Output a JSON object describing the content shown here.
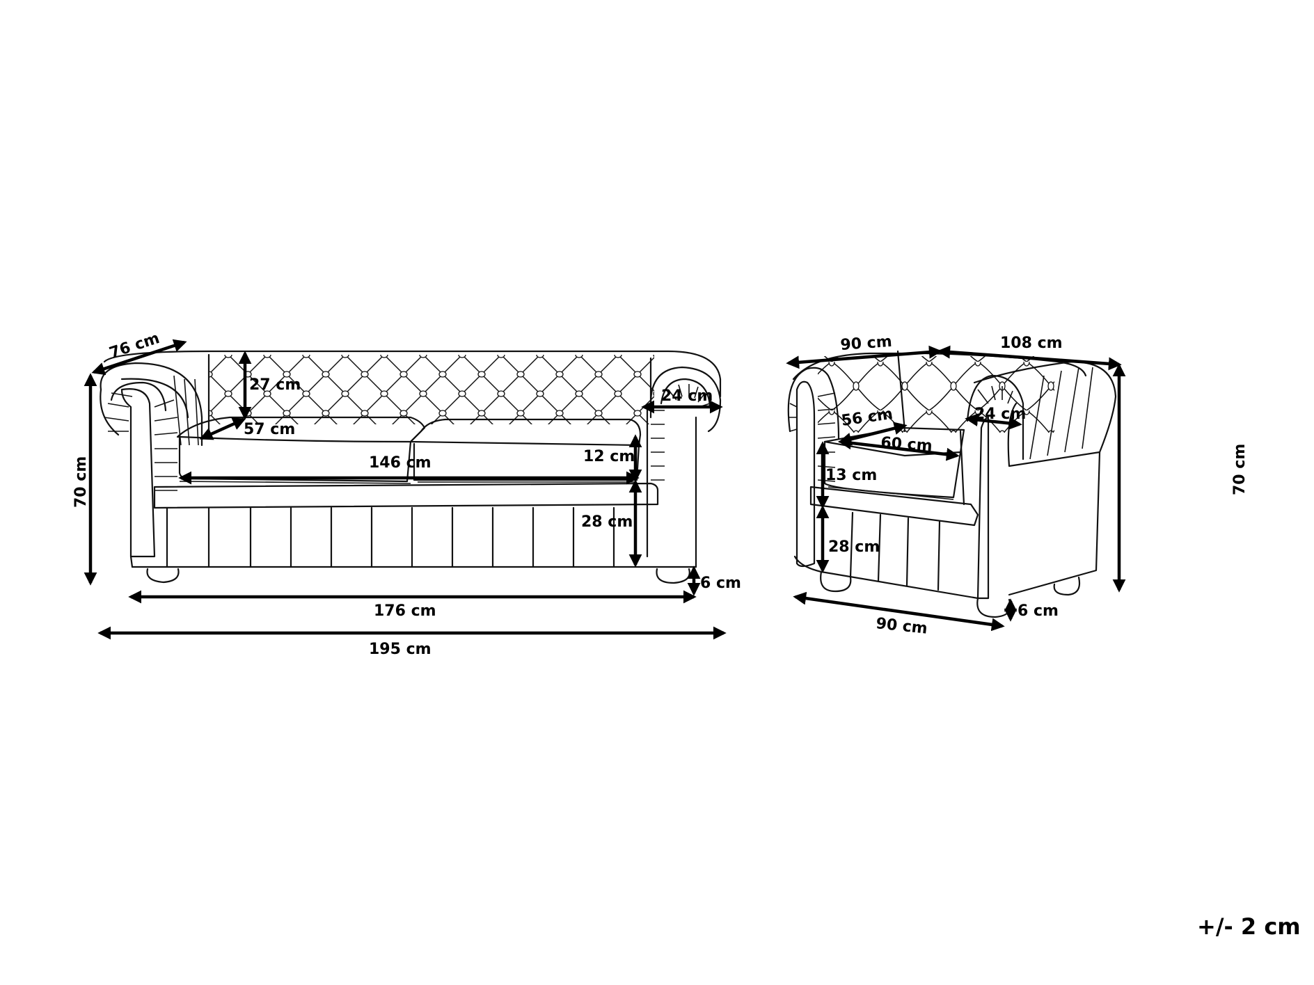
{
  "sofa": {
    "depth_label": "76 cm",
    "height_label": "70 cm",
    "back_cushion_label": "27 cm",
    "seat_depth_label": "57 cm",
    "armrest_width_label": "24 cm",
    "seat_width_label": "146 cm",
    "cushion_thickness_label": "12 cm",
    "seat_height_label": "28 cm",
    "leg_height_label": "6 cm",
    "base_width_label": "176 cm",
    "total_width_label": "195 cm"
  },
  "armchair": {
    "side_depth_label": "90 cm",
    "width_top_label": "108 cm",
    "height_label": "70 cm",
    "seat_depth_label": "56 cm",
    "seat_width_label": "60 cm",
    "armrest_width_label": "24 cm",
    "cushion_thickness_label": "13 cm",
    "seat_height_label": "28 cm",
    "leg_height_label": "6 cm",
    "base_width_label": "90 cm"
  },
  "tolerance": "+/- 2 cm"
}
